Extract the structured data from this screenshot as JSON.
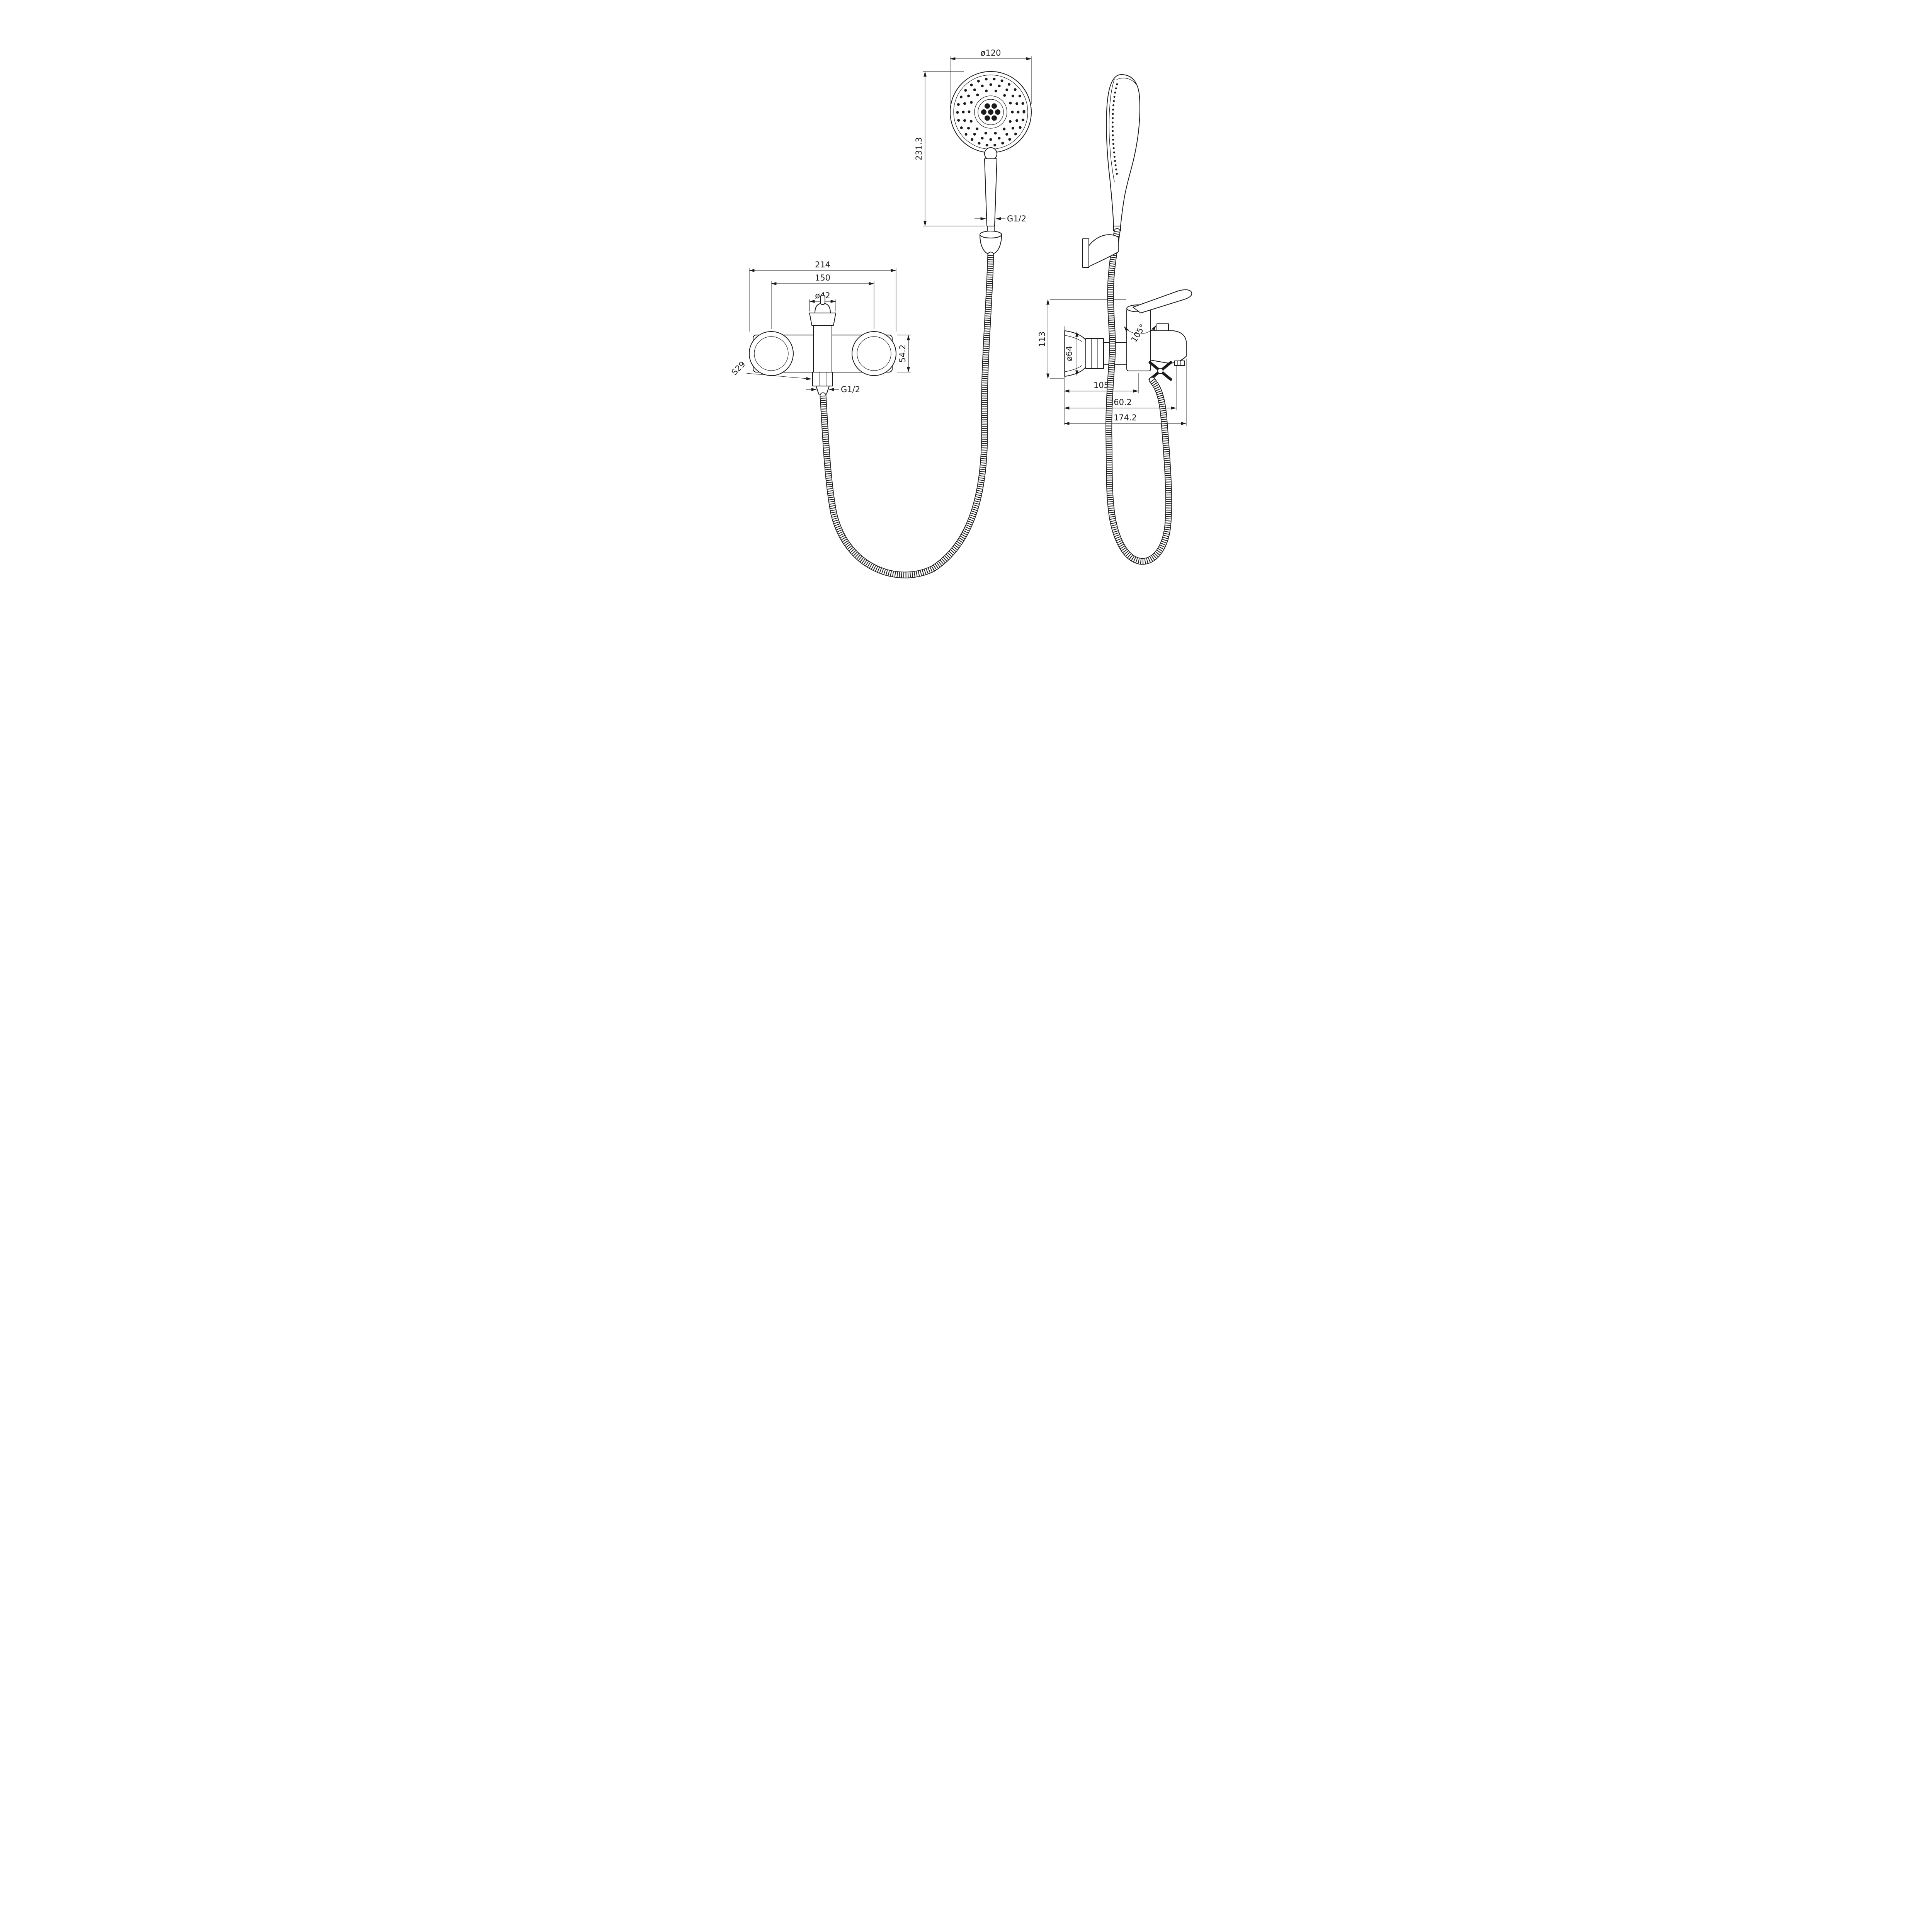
{
  "drawing": {
    "type": "technical-drawing",
    "subject": "wall-mounted bath shower mixer with hand shower, bracket and flexible hose",
    "line_color": "#1b1b1b",
    "background": "#ffffff"
  },
  "hand_shower_front": {
    "dim_head_diameter": "ø120",
    "dim_overall_height": "231.3",
    "dim_handle_thread": "G1/2"
  },
  "mixer_front": {
    "dim_overall_width": "214",
    "dim_mounting_centers": "150",
    "dim_cap_diameter": "ø42",
    "dim_body_diameter": "54.2",
    "dim_nut_wrench_size": "S29",
    "dim_outlet_thread": "G1/2"
  },
  "mixer_side": {
    "dim_body_height": "113",
    "dim_flange_diameter": "ø64",
    "dim_handle_angle": "105°",
    "dim_wall_to_body_axis": "105",
    "dim_wall_to_aerator": "160.2",
    "dim_wall_to_spout_tip": "174.2"
  }
}
